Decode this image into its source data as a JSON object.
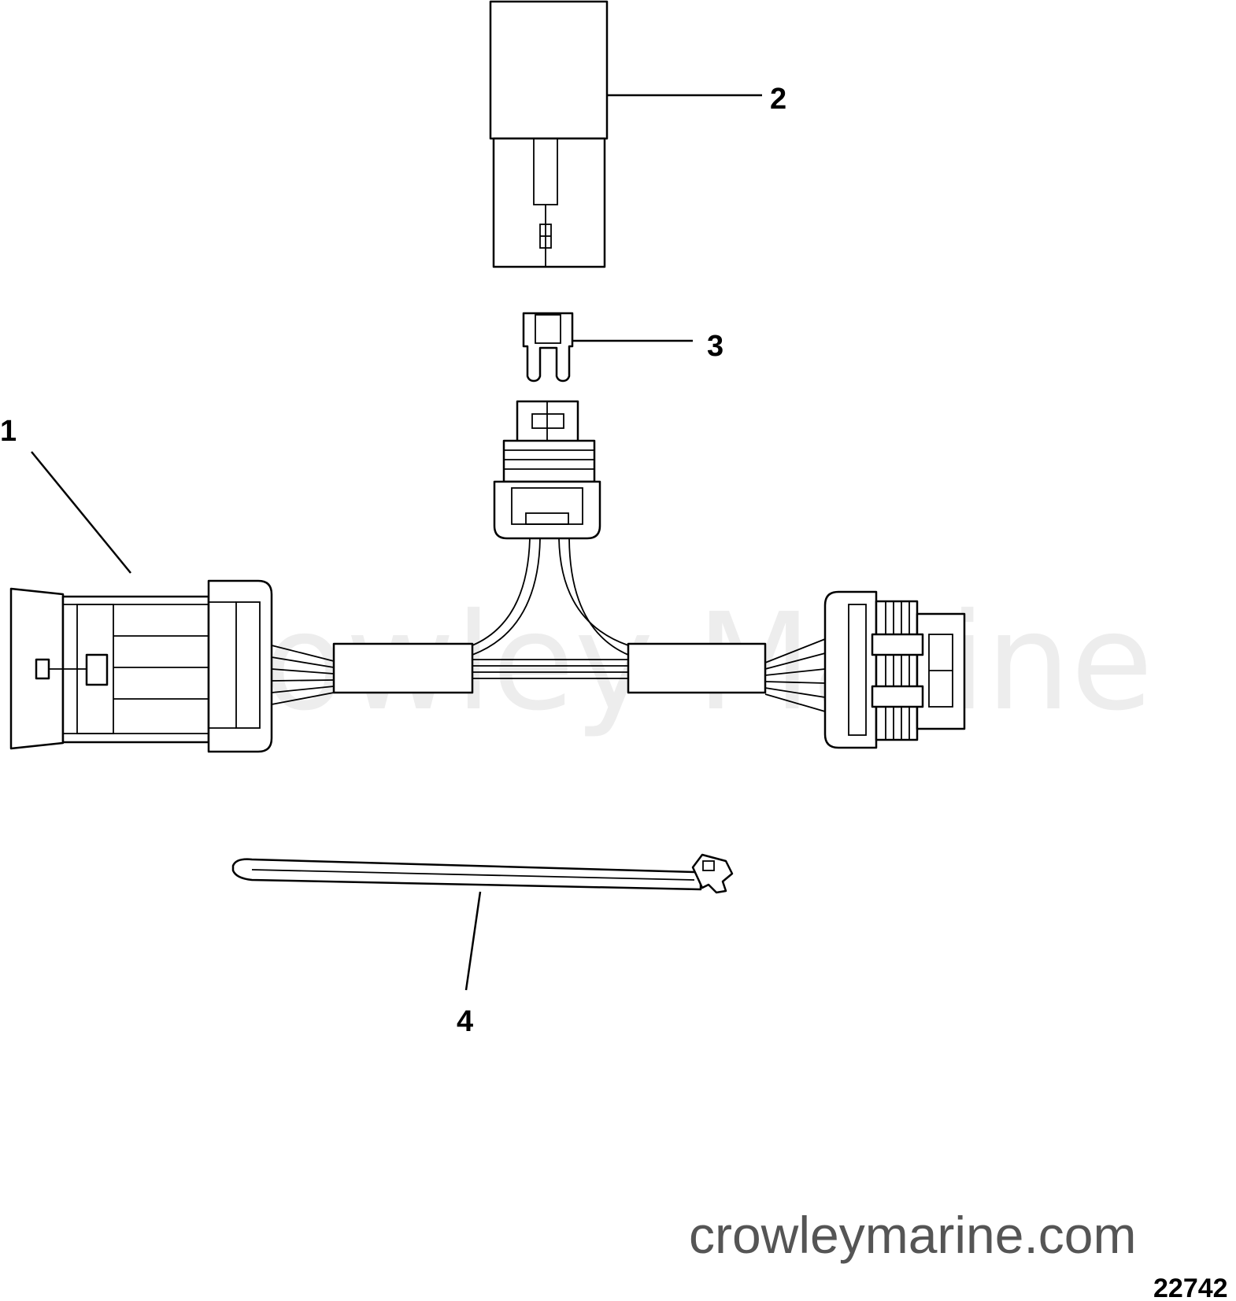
{
  "callouts": {
    "c1": "1",
    "c2": "2",
    "c3": "3",
    "c4": "4"
  },
  "watermark": "Crowley Marine",
  "footer": {
    "website": "crowleymarine.com",
    "figure_number": "22742"
  },
  "colors": {
    "line": "#000000",
    "watermark": "#d8d8d8",
    "website_text": "#555555"
  }
}
